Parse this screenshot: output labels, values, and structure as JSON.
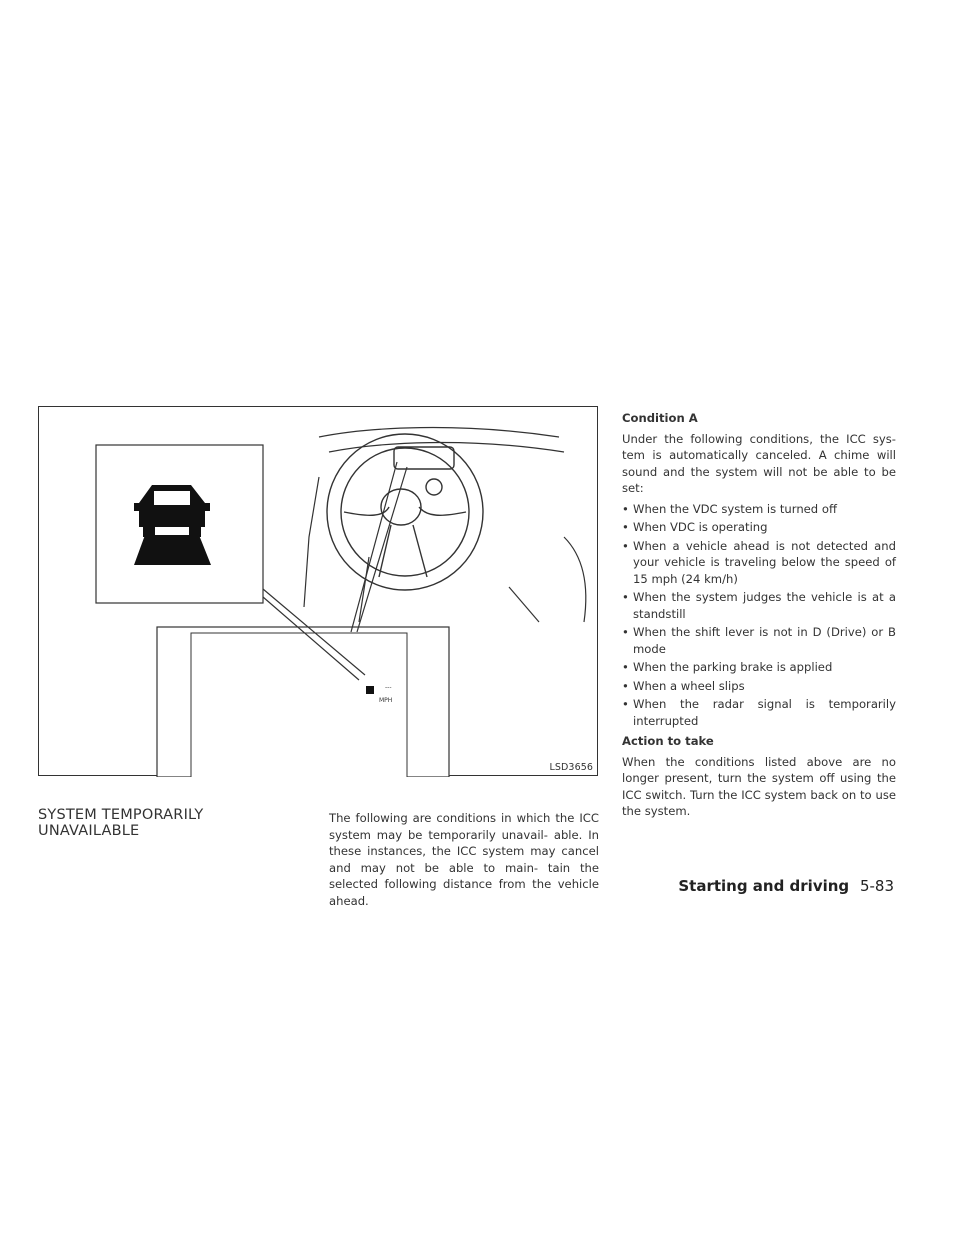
{
  "figure": {
    "code": "LSD3656",
    "display_unit": "MPH",
    "display_dashes": "---"
  },
  "section": {
    "heading": "SYSTEM TEMPORARILY UNAVAILABLE",
    "intro": "The following are conditions in which the ICC system may be temporarily unavail- able. In these instances, the ICC system may cancel and may not be able to main- tain the selected following distance from the vehicle ahead."
  },
  "right_column": {
    "condition_heading": "Condition A",
    "condition_text": "Under the following conditions, the ICC sys- tem is automatically canceled. A chime will sound and the system will not be able to be set:",
    "conditions": [
      "When the VDC system is turned off",
      "When VDC is operating",
      "When a vehicle ahead is not detected and your vehicle is traveling below the speed of 15 mph (24 km/h)",
      "When the system judges the vehicle is at a standstill",
      "When the shift lever is not in D (Drive) or B mode",
      "When the parking brake is applied",
      "When a wheel slips",
      "When the radar signal is temporarily interrupted"
    ],
    "action_heading": "Action to take",
    "action_text": "When the conditions listed above are no longer present, turn the system off using the ICC switch. Turn the ICC system back on to use the system."
  },
  "footer": {
    "section_title": "Starting and driving",
    "page_number": "5-83"
  }
}
